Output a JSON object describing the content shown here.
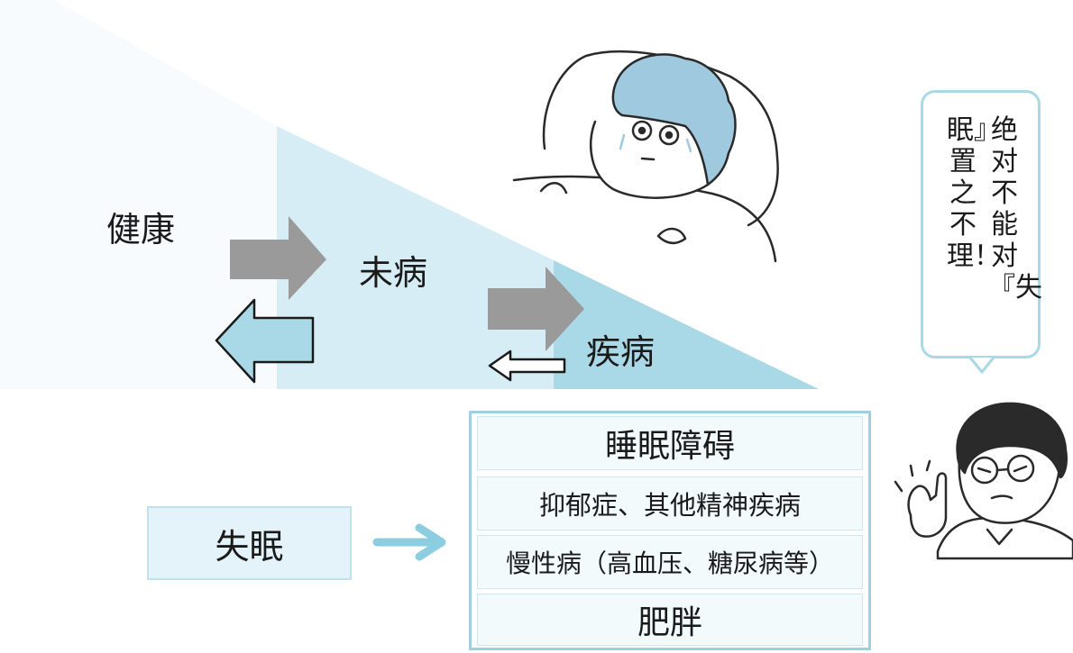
{
  "stages": {
    "healthy": "健康",
    "pre_disease": "未病",
    "disease": "疾病"
  },
  "insomnia": {
    "label": "失眠"
  },
  "causes": [
    "睡眠障碍",
    "抑郁症、其他精神疾病",
    "慢性病（高血压、糖尿病等）",
    "肥胖"
  ],
  "speech_bubble": {
    "column_1": "绝对不能对『失",
    "column_2": "眠』置之不理！"
  },
  "colors": {
    "pre_disease_fill": "#d7edf6",
    "disease_fill": "#a9d8e6",
    "arrow_gray": "#9a9a9a",
    "arrow_blue": "#a9d8e6",
    "accent_border": "#9fd0e0"
  },
  "icons": [
    "sick-person-in-bed-illustration",
    "doctor-pointing-finger-illustration"
  ]
}
